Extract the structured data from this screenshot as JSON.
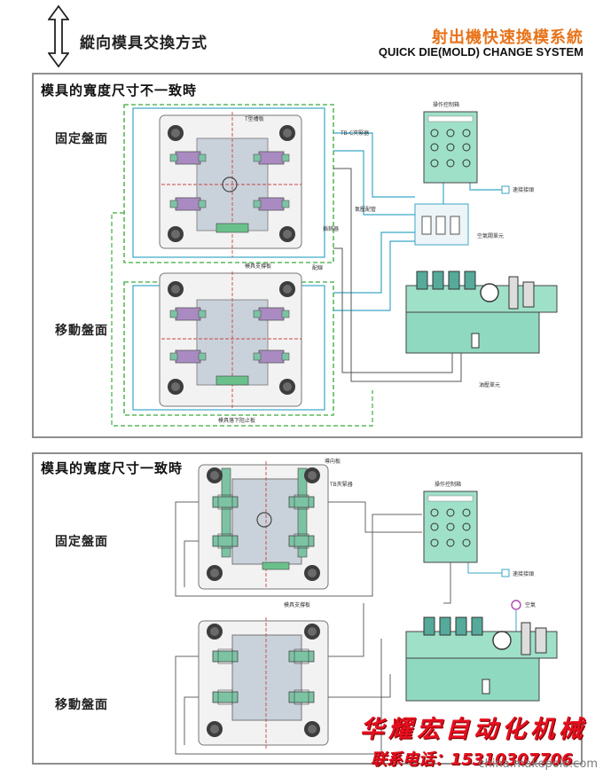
{
  "header": {
    "title": "縱向模具交換方式",
    "system_cn": "射出機快速換模系統",
    "system_en": "QUICK DIE(MOLD) CHANGE SYSTEM"
  },
  "panel1": {
    "title": "模具的寬度尺寸不一致時",
    "fixed_label": "固定盤面",
    "moving_label": "移動盤面",
    "callouts": {
      "t_slot": "T型槽板",
      "tbc_clamp": "TB-C夾緊器",
      "control_box": "操作控制箱",
      "quick_connector": "速接接頭",
      "air_pipe": "氣壓配管",
      "stopper": "插銷器",
      "air_valve_unit": "空氣閥單元",
      "mold_support": "模具支撐板",
      "hose": "配線",
      "pump_unit": "油壓單元",
      "fall_stopper": "模具落下阻止板"
    }
  },
  "panel2": {
    "title": "模具的寬度尺寸一致時",
    "fixed_label": "固定盤面",
    "moving_label": "移動盤面",
    "callouts": {
      "guide": "導向板",
      "tb_clamp": "TB夾緊器",
      "control_box": "操作控制箱",
      "quick_connector": "速接接頭",
      "air": "空氣",
      "mold_support": "模具支撐板"
    }
  },
  "watermark": {
    "company": "华耀宏自动化机械",
    "phone": "联系电话：15310307706",
    "site": "china.makepolo.com"
  },
  "colors": {
    "accent_orange": "#e8731a",
    "pipe_green": "#5cb85c",
    "pipe_cyan": "#3aa6c6",
    "machine_teal": "#8fd9c0",
    "clamp_purple": "#9a6fb0",
    "watermark_red": "#e60f1f"
  },
  "icons": [
    "double-arrow-icon"
  ]
}
